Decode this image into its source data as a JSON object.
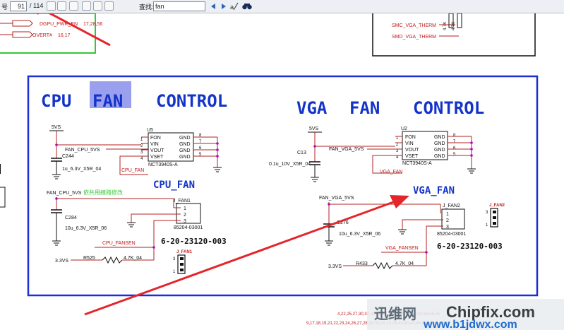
{
  "toolbar": {
    "page_label": "号",
    "page_current": "91",
    "page_total": "/ 114",
    "find_label": "查找:",
    "find_value": "fan"
  },
  "schematic": {
    "top_nets": [
      {
        "name": "DGPU_PWR_EN",
        "pins": "17,28,56"
      },
      {
        "name": "OVERT#",
        "pins": "16,17"
      }
    ],
    "vga_therm": [
      "SMC_VGA_THERM",
      "SMD_VGA_THERM"
    ],
    "resistor_top": "4.7K",
    "cpu": {
      "title_1": "CPU",
      "title_2": "FAN",
      "title_3": "CONTROL",
      "supply": "5VS",
      "ic_ref": "U5",
      "ic_part": "NCT3940S-A",
      "pins_left": [
        "FON",
        "VIN",
        "VOUT",
        "VSET"
      ],
      "pins_right": [
        "GND",
        "GND",
        "GND",
        "GND"
      ],
      "pin_numbers_left": [
        "1",
        "2",
        "3",
        "4"
      ],
      "pin_numbers_right": [
        "8",
        "7",
        "6",
        "5"
      ],
      "net_fan": "FAN_CPU_5VS",
      "cap_ref": "C244",
      "cap_val": "1u_6.3V_X5R_04",
      "net_cpufan": "CPU_FAN",
      "section": "CPU_FAN",
      "connector_ref": "J_FAN1",
      "connector_part": "85204-03001",
      "connector_pins": [
        "1",
        "2",
        "3"
      ],
      "cap2_ref": "C284",
      "cap2_val": "10u_6.3V_X5R_06",
      "sense": "CPU_FANSEN",
      "pull_net": "3.3VS",
      "res_ref": "R525",
      "res_val": "4.7K_04",
      "part_no": "6-20-23120-003",
      "note": "依共用線路修改",
      "mini_label": "J_FAN1",
      "mini_pins": [
        "3",
        "1"
      ]
    },
    "vga": {
      "title_1": "VGA",
      "title_2": "FAN",
      "title_3": "CONTROL",
      "supply": "5VS",
      "ic_ref": "U2",
      "ic_part": "NCT3940S-A",
      "pins_left": [
        "FON",
        "VIN",
        "VOUT",
        "VSET"
      ],
      "pins_right": [
        "GND",
        "GND",
        "GND",
        "GND"
      ],
      "pin_numbers_left": [
        "1",
        "2",
        "3",
        "4"
      ],
      "pin_numbers_right": [
        "8",
        "7",
        "6",
        "5"
      ],
      "net_fan": "FAN_VGA_5VS",
      "cap_ref": "C13",
      "cap_val": "0.1u_10V_X5R_04",
      "net_vgafan": "VGA_FAN",
      "section": "VGA_FAN",
      "connector_ref": "J_FAN2",
      "connector_part": "85204-03001",
      "connector_pins": [
        "1",
        "2",
        "3"
      ],
      "cap2_ref": "C276",
      "cap2_val": "10u_6.3V_X5R_06",
      "sense": "VGA_FANSEN",
      "pull_net": "3.3VS",
      "res_ref": "R433",
      "res_val": "4.7K_04",
      "part_no": "6-20-23120-003",
      "mini_label": "J_FAN2",
      "mini_pins": [
        "3",
        "1"
      ]
    },
    "bottom_nets": "4,22,25,27,30,32,34,36,37,39,44,45,47,52,53,54,55,56",
    "bottom_nets_2": "9,17,18,19,21,22,23,24,26,27,28,29,30,31,33,35,40,43,44,48,49,51,55,59,60",
    "watermark_cn": "迅维网",
    "watermark_en": "Chipfix.com",
    "watermark_url": "www.b1jdwx.com"
  },
  "colors": {
    "frame_blue": "#1b2fd8",
    "title_blue": "#1434c9",
    "net_red": "#c11b1b",
    "wire_red": "#b32222",
    "pin_magenta": "#c000c0",
    "highlight": "#9aa0ee",
    "green_box": "#32c832",
    "arrow_red": "#e4252a"
  }
}
